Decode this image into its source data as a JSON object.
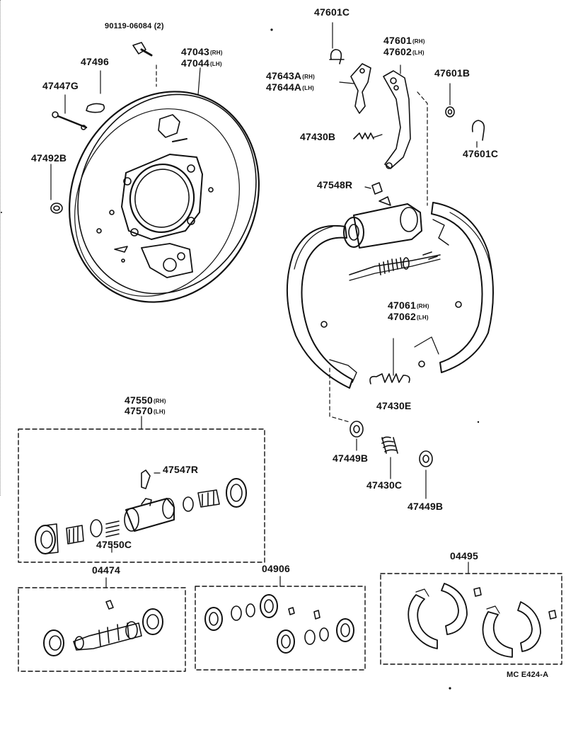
{
  "labels": {
    "b90119": "90119-06084 (2)",
    "p47496": "47496",
    "p47043": "47043",
    "p47044": "47044",
    "p47447g": "47447G",
    "p47492b": "47492B",
    "p47601c_top": "47601C",
    "p47601": "47601",
    "p47602": "47602",
    "p47643a": "47643A",
    "p47644a": "47644A",
    "p47601b": "47601B",
    "p47430b": "47430B",
    "p47601c_right": "47601C",
    "p47548r": "47548R",
    "p47061": "47061",
    "p47062": "47062",
    "p47430e": "47430E",
    "p47449b_left": "47449B",
    "p47430c": "47430C",
    "p47449b_right": "47449B",
    "p47550": "47550",
    "p47570": "47570",
    "p47547r": "47547R",
    "p47550c": "47550C",
    "k04474": "04474",
    "k04906": "04906",
    "k04495": "04495",
    "ref": "MC E424-A"
  },
  "suffix": {
    "rh": "(RH)",
    "lh": "(LH)"
  },
  "colors": {
    "ink": "#111111",
    "paper": "#ffffff"
  }
}
